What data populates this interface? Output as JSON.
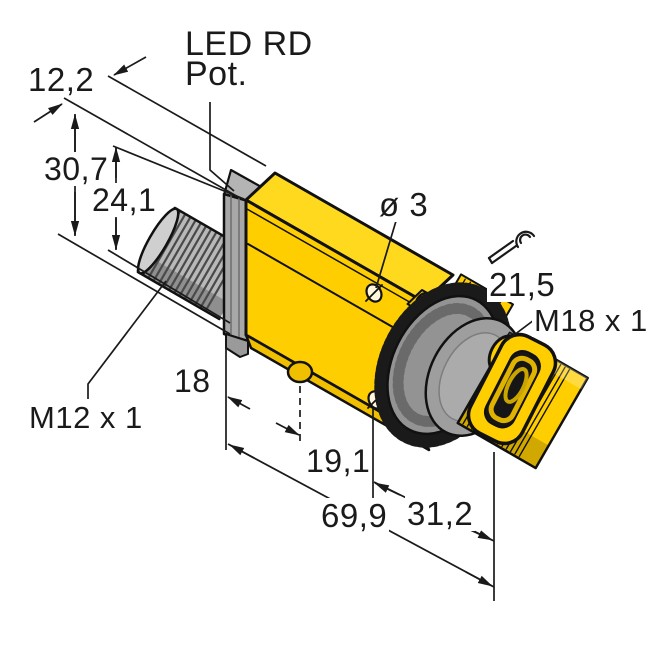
{
  "labels": {
    "led": "LED RD",
    "pot": "Pot.",
    "hole_diameter": "ø 3",
    "wrench_size": "21,5",
    "front_thread": "M18 x 1",
    "rear_thread": "M12 x 1"
  },
  "dimensions": {
    "top_width": "12,2",
    "overall_height": "30,7",
    "body_height": "24,1",
    "rear_to_mounting_nub": "18",
    "nub_to_hole": "19,1",
    "hole_to_lens": "31,2",
    "overall_length": "69,9"
  },
  "icons": {
    "wrench": "wrench-icon"
  },
  "colors": {
    "housing_yellow": "#FFCE00",
    "metal_gray": "#A8A8A8",
    "line": "#1A1A1A"
  }
}
